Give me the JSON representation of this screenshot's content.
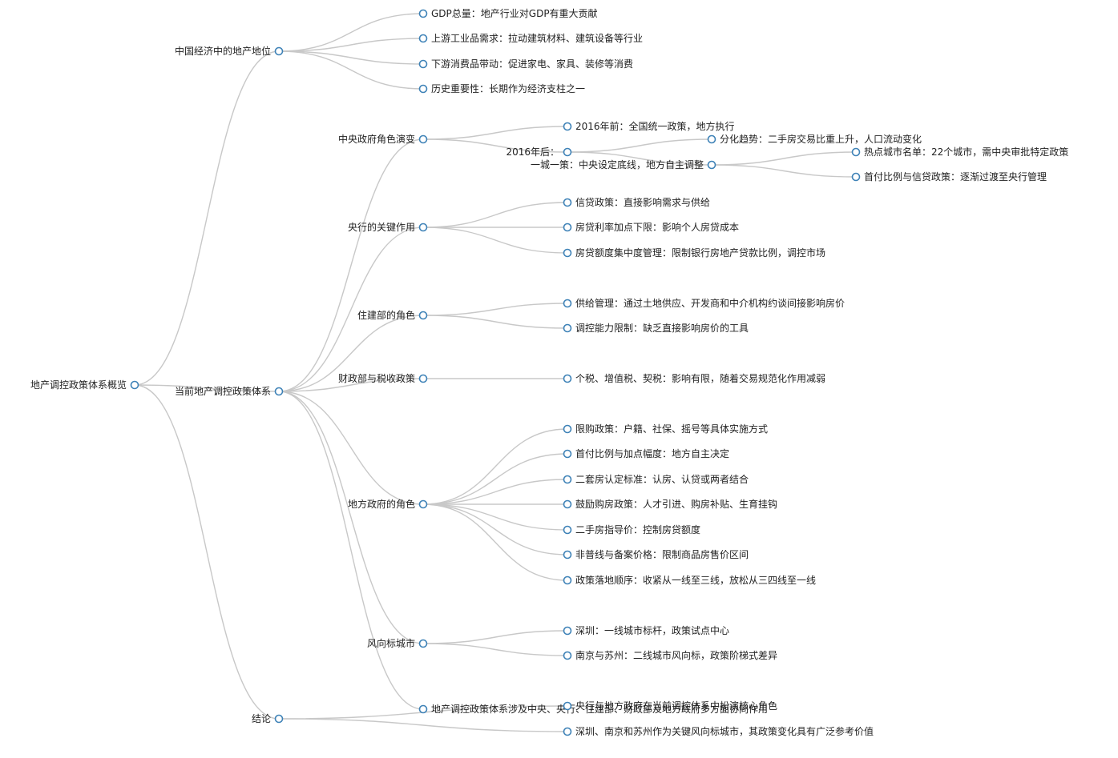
{
  "root": {
    "id": "root",
    "label": "地产调控政策体系概览",
    "children": [
      {
        "id": "econ",
        "label": "中国经济中的地产地位",
        "children": [
          {
            "id": "econ-gdp",
            "label": "GDP总量：地产行业对GDP有重大贡献"
          },
          {
            "id": "econ-up",
            "label": "上游工业品需求：拉动建筑材料、建筑设备等行业"
          },
          {
            "id": "econ-down",
            "label": "下游消费品带动：促进家电、家具、装修等消费"
          },
          {
            "id": "econ-hist",
            "label": "历史重要性：长期作为经济支柱之一"
          }
        ]
      },
      {
        "id": "sys",
        "label": "当前地产调控政策体系",
        "children": [
          {
            "id": "central",
            "label": "中央政府角色演变",
            "children": [
              {
                "id": "central-pre",
                "label": "2016年前：全国统一政策，地方执行"
              },
              {
                "id": "central-post",
                "label": "2016年后：",
                "children": [
                  {
                    "id": "post-diff",
                    "label": "分化趋势：二手房交易比重上升，人口流动变化"
                  },
                  {
                    "id": "post-city",
                    "label": "一城一策：中央设定底线，地方自主调整",
                    "children": [
                      {
                        "id": "city-hot",
                        "label": "热点城市名单：22个城市，需中央审批特定政策"
                      },
                      {
                        "id": "city-dp",
                        "label": "首付比例与信贷政策：逐渐过渡至央行管理"
                      }
                    ]
                  }
                ]
              }
            ]
          },
          {
            "id": "pboc",
            "label": "央行的关键作用",
            "children": [
              {
                "id": "pboc-credit",
                "label": "信贷政策：直接影响需求与供给"
              },
              {
                "id": "pboc-rate",
                "label": "房贷利率加点下限：影响个人房贷成本"
              },
              {
                "id": "pboc-quota",
                "label": "房贷额度集中度管理：限制银行房地产贷款比例，调控市场"
              }
            ]
          },
          {
            "id": "mohurd",
            "label": "住建部的角色",
            "children": [
              {
                "id": "mohurd-supply",
                "label": "供给管理：通过土地供应、开发商和中介机构约谈间接影响房价"
              },
              {
                "id": "mohurd-limit",
                "label": "调控能力限制：缺乏直接影响房价的工具"
              }
            ]
          },
          {
            "id": "mof",
            "label": "财政部与税收政策",
            "children": [
              {
                "id": "mof-tax",
                "label": "个税、增值税、契税：影响有限，随着交易规范化作用减弱"
              }
            ]
          },
          {
            "id": "local",
            "label": "地方政府的角色",
            "children": [
              {
                "id": "local-1",
                "label": "限购政策：户籍、社保、摇号等具体实施方式"
              },
              {
                "id": "local-2",
                "label": "首付比例与加点幅度：地方自主决定"
              },
              {
                "id": "local-3",
                "label": "二套房认定标准：认房、认贷或两者结合"
              },
              {
                "id": "local-4",
                "label": "鼓励购房政策：人才引进、购房补贴、生育挂钩"
              },
              {
                "id": "local-5",
                "label": "二手房指导价：控制房贷额度"
              },
              {
                "id": "local-6",
                "label": "非普线与备案价格：限制商品房售价区间"
              },
              {
                "id": "local-7",
                "label": "政策落地顺序：收紧从一线至三线，放松从三四线至一线"
              }
            ]
          },
          {
            "id": "vane",
            "label": "风向标城市",
            "children": [
              {
                "id": "vane-sz",
                "label": "深圳：一线城市标杆，政策试点中心"
              },
              {
                "id": "vane-nj",
                "label": "南京与苏州：二线城市风向标，政策阶梯式差异"
              }
            ]
          },
          {
            "id": "sys-summary",
            "label": "地产调控政策体系涉及中央、央行、住建部、财政部及地方政府多方面协同作用"
          }
        ]
      },
      {
        "id": "concl",
        "label": "结论",
        "children": [
          {
            "id": "concl-1",
            "label": "央行与地方政府在当前调控体系中扮演核心角色"
          },
          {
            "id": "concl-2",
            "label": "深圳、南京和苏州作为关键风向标城市，其政策变化具有广泛参考价值"
          }
        ]
      }
    ]
  }
}
